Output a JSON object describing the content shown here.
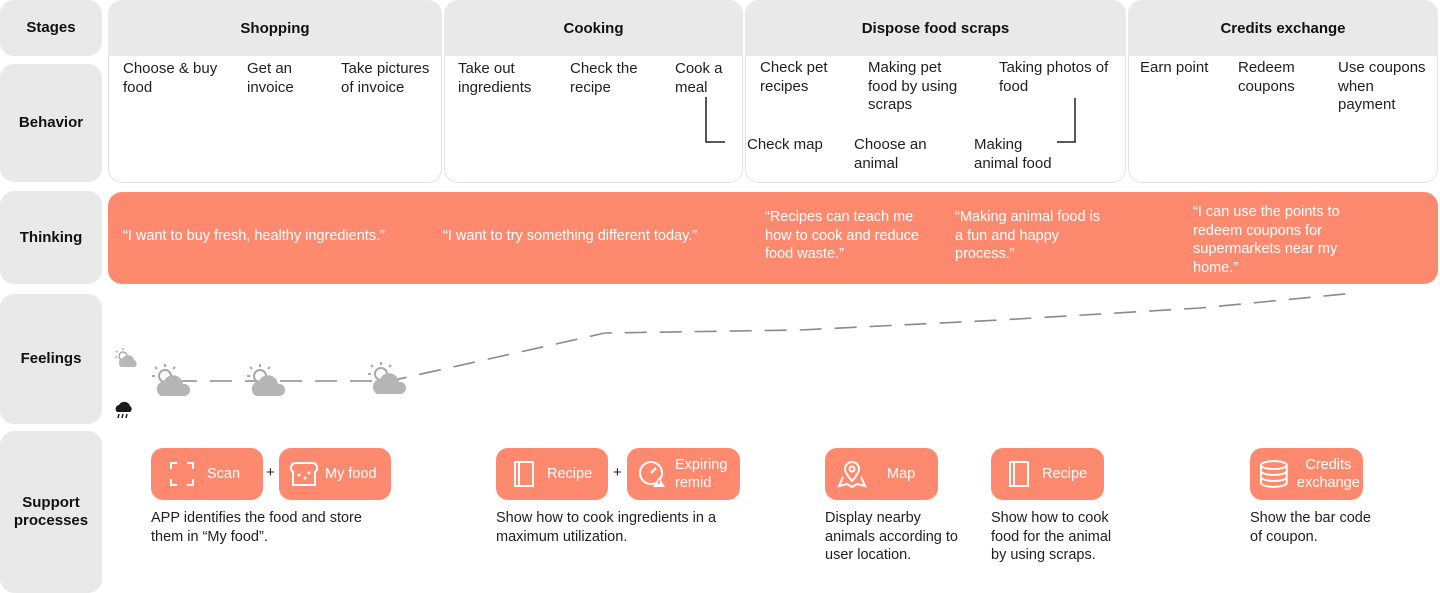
{
  "rows": {
    "stages": "Stages",
    "behavior": "Behavior",
    "thinking": "Thinking",
    "feelings": "Feelings",
    "support": "Support processes"
  },
  "stages": [
    "Shopping",
    "Cooking",
    "Dispose food scraps",
    "Credits exchange"
  ],
  "behavior": {
    "shopping": [
      "Choose & buy food",
      "Get an invoice",
      "Take pictures of invoice"
    ],
    "cooking": [
      "Take out ingredients",
      "Check the recipe",
      "Cook a meal"
    ],
    "dispose_top": [
      "Check pet recipes",
      "Making pet food by using scraps",
      "Taking photos of food"
    ],
    "dispose_bottom": [
      "Check map",
      "Choose an animal",
      "Making animal food"
    ],
    "credits": [
      "Earn point",
      "Redeem coupons",
      "Use coupons when payment"
    ]
  },
  "thinking": [
    "“I want to buy fresh, healthy ingredients.”",
    "“I want to try something different today.”",
    "“Recipes can teach me how to cook and reduce food waste.”",
    "“Making animal food is a fun and happy process.”",
    "“I can use the points to redeem coupons for supermarkets near my home.”"
  ],
  "support": {
    "pills": [
      "Scan",
      "My food",
      "Recipe",
      "Expiring remid",
      "Map",
      "Recipe",
      "Credits exchange"
    ],
    "plus": "+",
    "descriptions": [
      "APP identifies the food and store them in “My food”.",
      "Show how to cook ingredients in a maximum utilization.",
      "Display nearby animals according to user location.",
      "Show how to cook food for the animal by using scraps.",
      "Show the bar code of coupon."
    ]
  },
  "icons": {
    "sunny": "sun-cloud-icon",
    "rainy": "rain-cloud-icon",
    "scan": "scan-icon",
    "myfood": "bread-icon",
    "recipe": "book-icon",
    "expiring": "clock-warning-icon",
    "map": "map-pin-icon",
    "credits": "coins-icon"
  },
  "colors": {
    "accent": "#fd8a6e",
    "panel": "#e9e9e9"
  }
}
